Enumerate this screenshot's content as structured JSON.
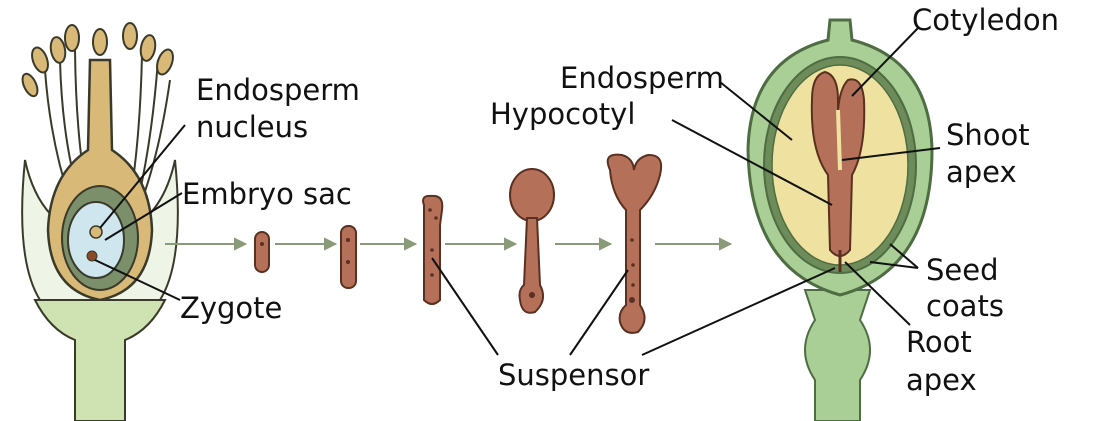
{
  "labels": {
    "endosperm_nucleus_line1": "Endosperm",
    "endosperm_nucleus_line2": "nucleus",
    "embryo_sac": "Embryo sac",
    "zygote": "Zygote",
    "endosperm": "Endosperm",
    "hypocotyl": "Hypocotyl",
    "suspensor": "Suspensor",
    "cotyledon": "Cotyledon",
    "shoot_apex_line1": "Shoot",
    "shoot_apex_line2": "apex",
    "seed_coats_line1": "Seed",
    "seed_coats_line2": "coats",
    "root_apex_line1": "Root",
    "root_apex_line2": "apex"
  },
  "colors": {
    "background": "#ffffff",
    "embryo_tissue": "#b5705a",
    "embryo_outline": "#5a3020",
    "endosperm_fill": "#efe2a0",
    "seed_coat_green": "#a9cf96",
    "seed_coat_dark": "#4e6d42",
    "flower_tan": "#d9b978",
    "flower_outline": "#3a3a2a",
    "embryo_sac_blue": "#cfe6ef",
    "arrow": "#8a9b7a",
    "leader_line": "#111111"
  }
}
